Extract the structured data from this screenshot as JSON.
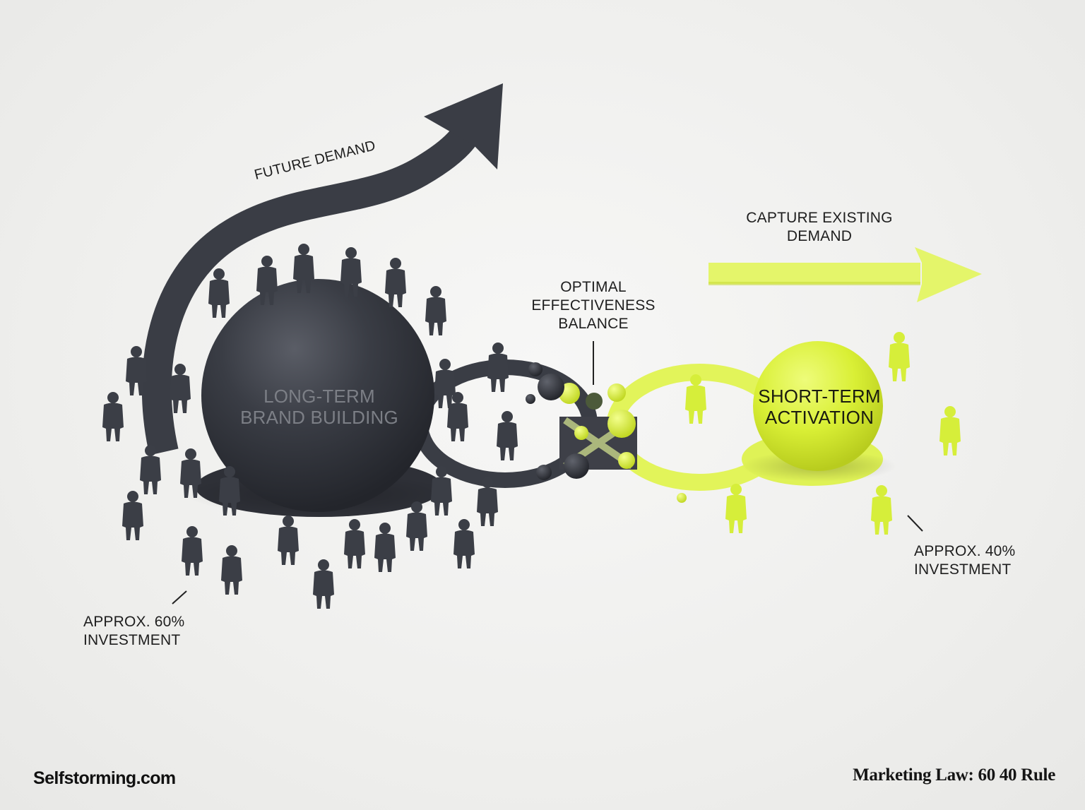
{
  "labels": {
    "future_demand": "FUTURE DEMAND",
    "capture_line1": "CAPTURE EXISTING",
    "capture_line2": "DEMAND",
    "optimal_line1": "OPTIMAL",
    "optimal_line2": "EFFECTIVENESS",
    "optimal_line3": "BALANCE",
    "long_term_line1": "LONG-TERM",
    "long_term_line2": "BRAND BUILDING",
    "short_term_line1": "SHORT-TERM",
    "short_term_line2": "ACTIVATION",
    "invest_60_line1": "APPROX. 60%",
    "invest_60_line2": "INVESTMENT",
    "invest_40_line1": "APPROX. 40%",
    "invest_40_line2": "INVESTMENT"
  },
  "footer": {
    "brand": "Selfstorming.com",
    "title": "Marketing Law: 60 40 Rule"
  },
  "colors": {
    "background": "#efefed",
    "dark": "#33363e",
    "lime": "#dcf13a",
    "text": "#1e1e1e"
  },
  "split": {
    "long_term_percent": 60,
    "short_term_percent": 40
  }
}
